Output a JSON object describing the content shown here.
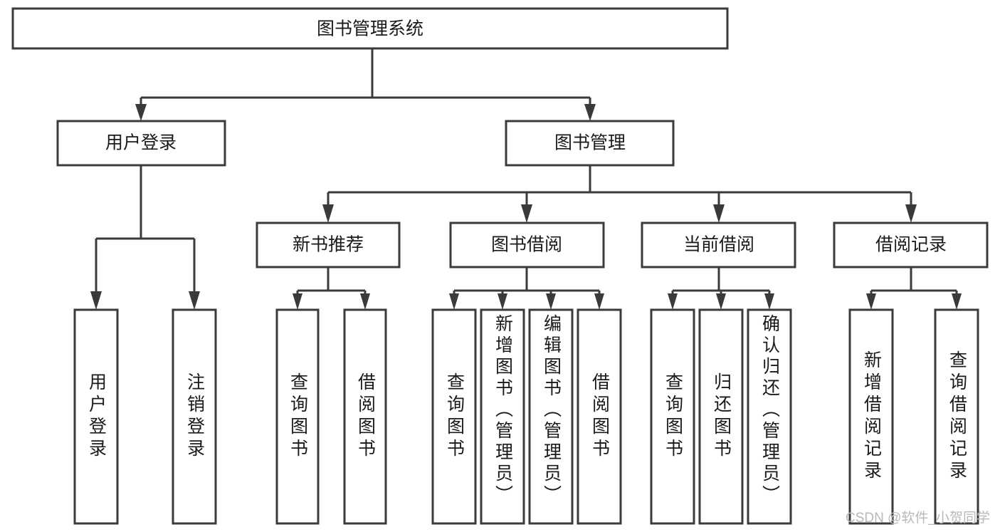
{
  "diagram": {
    "type": "tree-hierarchy-function-chart",
    "title": "图书管理系统",
    "watermark": "CSDN @软件_小贺同学",
    "colors": {
      "stroke": "#3a3a3a",
      "fill": "#ffffff",
      "text": "#1a1a1a",
      "watermark": "#b9b9b9",
      "background": "#ffffff"
    },
    "nodes": {
      "root": {
        "label": "图书管理系统"
      },
      "level2": [
        {
          "id": "user-login",
          "label": "用户登录"
        },
        {
          "id": "book-manage",
          "label": "图书管理"
        }
      ],
      "level3": [
        {
          "id": "new-book-recommend",
          "label": "新书推荐"
        },
        {
          "id": "book-borrow",
          "label": "图书借阅"
        },
        {
          "id": "current-borrow",
          "label": "当前借阅"
        },
        {
          "id": "borrow-record",
          "label": "借阅记录"
        }
      ],
      "leaves": {
        "user-login": [
          {
            "id": "leaf-user-login",
            "label": "用户登录"
          },
          {
            "id": "leaf-logout-login",
            "label": "注销登录"
          }
        ],
        "new-book-recommend": [
          {
            "id": "leaf-query-book-1",
            "label": "查询图书"
          },
          {
            "id": "leaf-borrow-book-1",
            "label": "借阅图书"
          }
        ],
        "book-borrow": [
          {
            "id": "leaf-query-book-2",
            "label": "查询图书"
          },
          {
            "id": "leaf-add-book",
            "label": "新增图书（管理员）"
          },
          {
            "id": "leaf-edit-book",
            "label": "编辑图书（管理员）"
          },
          {
            "id": "leaf-borrow-book-2",
            "label": "借阅图书"
          }
        ],
        "current-borrow": [
          {
            "id": "leaf-query-book-3",
            "label": "查询图书"
          },
          {
            "id": "leaf-return-book",
            "label": "归还图书"
          },
          {
            "id": "leaf-confirm-return",
            "label": "确认归还（管理员）"
          }
        ],
        "borrow-record": [
          {
            "id": "leaf-add-record",
            "label": "新增借阅记录"
          },
          {
            "id": "leaf-query-record",
            "label": "查询借阅记录"
          }
        ]
      }
    },
    "edges": [
      {
        "from": "图书管理系统",
        "to": "用户登录"
      },
      {
        "from": "图书管理系统",
        "to": "图书管理"
      },
      {
        "from": "图书管理",
        "to": "新书推荐"
      },
      {
        "from": "图书管理",
        "to": "图书借阅"
      },
      {
        "from": "图书管理",
        "to": "当前借阅"
      },
      {
        "from": "图书管理",
        "to": "借阅记录"
      },
      {
        "from": "用户登录",
        "to": "用户登录"
      },
      {
        "from": "用户登录",
        "to": "注销登录"
      },
      {
        "from": "新书推荐",
        "to": "查询图书"
      },
      {
        "from": "新书推荐",
        "to": "借阅图书"
      },
      {
        "from": "图书借阅",
        "to": "查询图书"
      },
      {
        "from": "图书借阅",
        "to": "新增图书（管理员）"
      },
      {
        "from": "图书借阅",
        "to": "编辑图书（管理员）"
      },
      {
        "from": "图书借阅",
        "to": "借阅图书"
      },
      {
        "from": "当前借阅",
        "to": "查询图书"
      },
      {
        "from": "当前借阅",
        "to": "归还图书"
      },
      {
        "from": "当前借阅",
        "to": "确认归还（管理员）"
      },
      {
        "from": "借阅记录",
        "to": "新增借阅记录"
      },
      {
        "from": "借阅记录",
        "to": "查询借阅记录"
      }
    ]
  }
}
